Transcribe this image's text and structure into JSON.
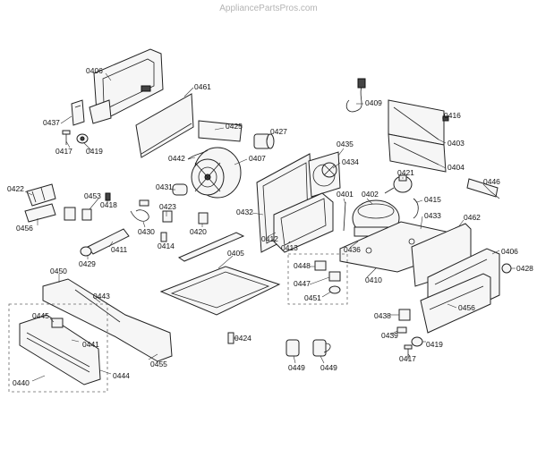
{
  "watermark": "AppliancePartsPros.com",
  "callouts": {
    "c0406a": "0406",
    "c0461": "0461",
    "c0437": "0437",
    "c0417a": "0417",
    "c0419a": "0419",
    "c0425": "0425",
    "c0427": "0427",
    "c0442": "0442",
    "c0407": "0407",
    "c0409": "0409",
    "c0416": "0416",
    "c0403": "0403",
    "c0404": "0404",
    "c0435": "0435",
    "c0434": "0434",
    "c0421": "0421",
    "c0446": "0446",
    "c0422": "0422",
    "c0453": "0453",
    "c0418": "0418",
    "c0456a": "0456",
    "c0431": "0431",
    "c0423": "0423",
    "c0432": "0432",
    "c0401": "0401",
    "c0402": "0402",
    "c0415": "0415",
    "c0433": "0433",
    "c0462": "0462",
    "c0430": "0430",
    "c0420": "0420",
    "c0414": "0414",
    "c0412": "0412",
    "c0413": "0413",
    "c0436": "0436",
    "c0411": "0411",
    "c0429": "0429",
    "c0405": "0405",
    "c0406b": "0406",
    "c0428": "0428",
    "c0448": "0448",
    "c0447": "0447",
    "c0451": "0451",
    "c0410": "0410",
    "c0450": "0450",
    "c0443": "0443",
    "c0456b": "0456",
    "c0445": "0445",
    "c0438": "0438",
    "c0441": "0441",
    "c0439": "0439",
    "c0419b": "0419",
    "c0417b": "0417",
    "c0424": "0424",
    "c0455": "0455",
    "c0444": "0444",
    "c0440": "0440",
    "c0449a": "0449",
    "c0449b": "0449"
  }
}
